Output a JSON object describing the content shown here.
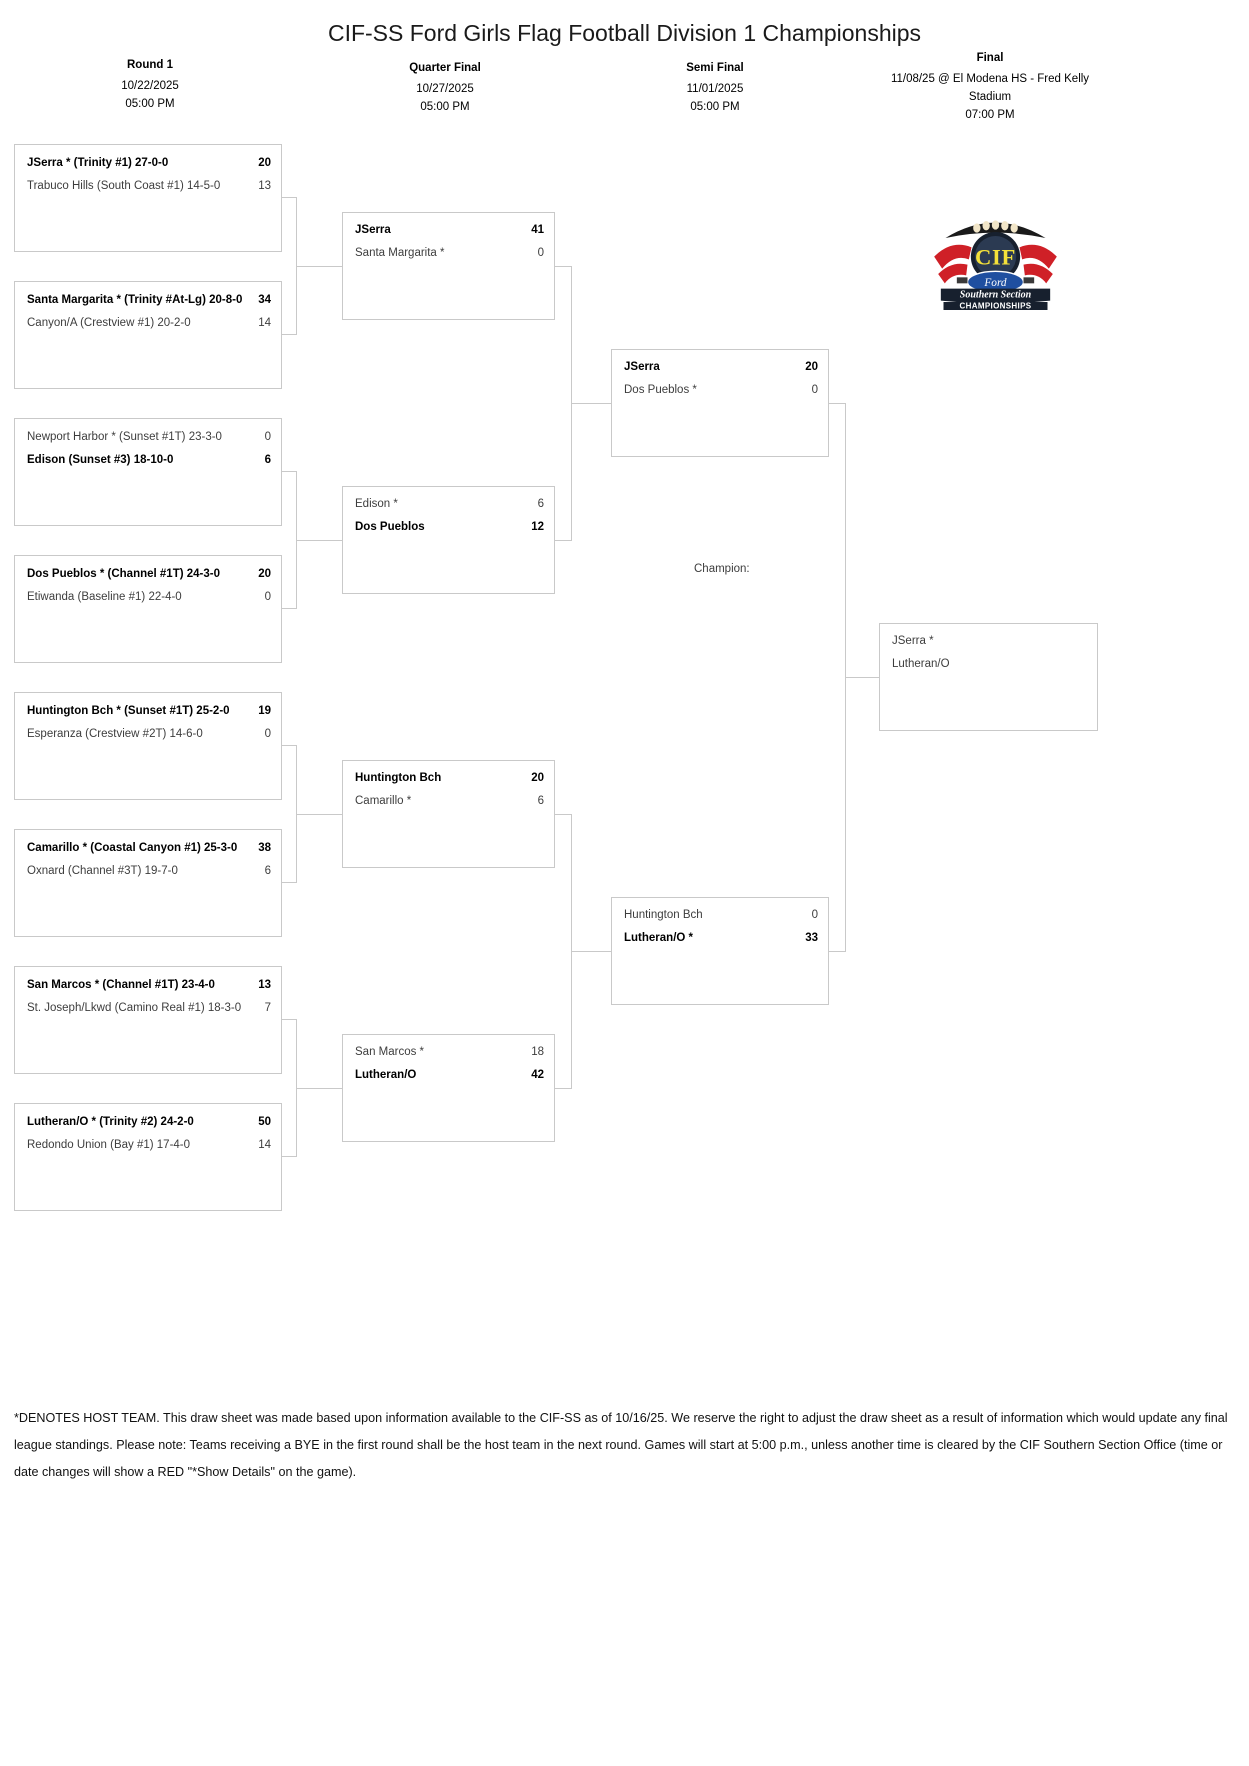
{
  "title": "CIF-SS Ford Girls Flag Football Division 1 Championships",
  "rounds": [
    {
      "name": "Round 1",
      "date": "10/22/2025",
      "time": "05:00 PM",
      "venue": ""
    },
    {
      "name": "Quarter Final",
      "date": "10/27/2025",
      "time": "05:00 PM",
      "venue": ""
    },
    {
      "name": "Semi Final",
      "date": "11/01/2025",
      "time": "05:00 PM",
      "venue": ""
    },
    {
      "name": "Final",
      "date": "11/08/25 @ El Modena HS - Fred Kelly",
      "venue": "Stadium",
      "time": "07:00 PM"
    }
  ],
  "round1": [
    {
      "t1": {
        "name": "JSerra * (Trinity #1) 27-0-0",
        "score": "20",
        "winner": true
      },
      "t2": {
        "name": "Trabuco Hills (South Coast #1) 14-5-0",
        "score": "13",
        "winner": false
      }
    },
    {
      "t1": {
        "name": "Santa Margarita * (Trinity #At-Lg) 20-8-0",
        "score": "34",
        "winner": true
      },
      "t2": {
        "name": "Canyon/A (Crestview #1) 20-2-0",
        "score": "14",
        "winner": false
      }
    },
    {
      "t1": {
        "name": "Newport Harbor * (Sunset #1T) 23-3-0",
        "score": "0",
        "winner": false
      },
      "t2": {
        "name": "Edison (Sunset #3) 18-10-0",
        "score": "6",
        "winner": true
      }
    },
    {
      "t1": {
        "name": "Dos Pueblos * (Channel #1T) 24-3-0",
        "score": "20",
        "winner": true
      },
      "t2": {
        "name": "Etiwanda (Baseline #1) 22-4-0",
        "score": "0",
        "winner": false
      }
    },
    {
      "t1": {
        "name": "Huntington Bch * (Sunset #1T) 25-2-0",
        "score": "19",
        "winner": true
      },
      "t2": {
        "name": "Esperanza (Crestview #2T) 14-6-0",
        "score": "0",
        "winner": false
      }
    },
    {
      "t1": {
        "name": "Camarillo * (Coastal Canyon #1) 25-3-0",
        "score": "38",
        "winner": true
      },
      "t2": {
        "name": "Oxnard (Channel #3T) 19-7-0",
        "score": "6",
        "winner": false
      }
    },
    {
      "t1": {
        "name": "San Marcos * (Channel #1T) 23-4-0",
        "score": "13",
        "winner": true
      },
      "t2": {
        "name": "St. Joseph/Lkwd (Camino Real #1) 18-3-0",
        "score": "7",
        "winner": false
      }
    },
    {
      "t1": {
        "name": "Lutheran/O * (Trinity #2) 24-2-0",
        "score": "50",
        "winner": true
      },
      "t2": {
        "name": "Redondo Union (Bay #1) 17-4-0",
        "score": "14",
        "winner": false
      }
    }
  ],
  "quarterfinal": [
    {
      "t1": {
        "name": "JSerra",
        "score": "41",
        "winner": true
      },
      "t2": {
        "name": "Santa Margarita *",
        "score": "0",
        "winner": false
      }
    },
    {
      "t1": {
        "name": "Edison *",
        "score": "6",
        "winner": false
      },
      "t2": {
        "name": "Dos Pueblos",
        "score": "12",
        "winner": true
      }
    },
    {
      "t1": {
        "name": "Huntington Bch",
        "score": "20",
        "winner": true
      },
      "t2": {
        "name": "Camarillo *",
        "score": "6",
        "winner": false
      }
    },
    {
      "t1": {
        "name": "San Marcos *",
        "score": "18",
        "winner": false
      },
      "t2": {
        "name": "Lutheran/O",
        "score": "42",
        "winner": true
      }
    }
  ],
  "semifinal": [
    {
      "t1": {
        "name": "JSerra",
        "score": "20",
        "winner": true
      },
      "t2": {
        "name": "Dos Pueblos *",
        "score": "0",
        "winner": false
      }
    },
    {
      "t1": {
        "name": "Huntington Bch",
        "score": "0",
        "winner": false
      },
      "t2": {
        "name": "Lutheran/O *",
        "score": "33",
        "winner": true
      }
    }
  ],
  "final": {
    "t1": {
      "name": "JSerra *",
      "score": "",
      "winner": false
    },
    "t2": {
      "name": "Lutheran/O",
      "score": "",
      "winner": false
    }
  },
  "champion_label": "Champion:",
  "logo": {
    "alt": "CIF Ford Southern Section Championships",
    "line1": "CIF",
    "line2": "Ford",
    "line3": "Southern Section",
    "line4": "CHAMPIONSHIPS"
  },
  "footer_note": "*DENOTES HOST TEAM. This draw sheet was made based upon information available to the CIF-SS as of 10/16/25. We reserve the right to adjust the draw sheet as a result of information which would update any final league standings. Please note: Teams receiving a BYE in the first round shall be the host team in the next round. Games will start at 5:00 p.m., unless another time is cleared by the CIF Southern Section Office (time or date changes will show a RED \"*Show Details\" on the game).",
  "colors": {
    "box_border": "#c9c9c9",
    "text": "#3d3d3d",
    "winner_text": "#000000"
  }
}
